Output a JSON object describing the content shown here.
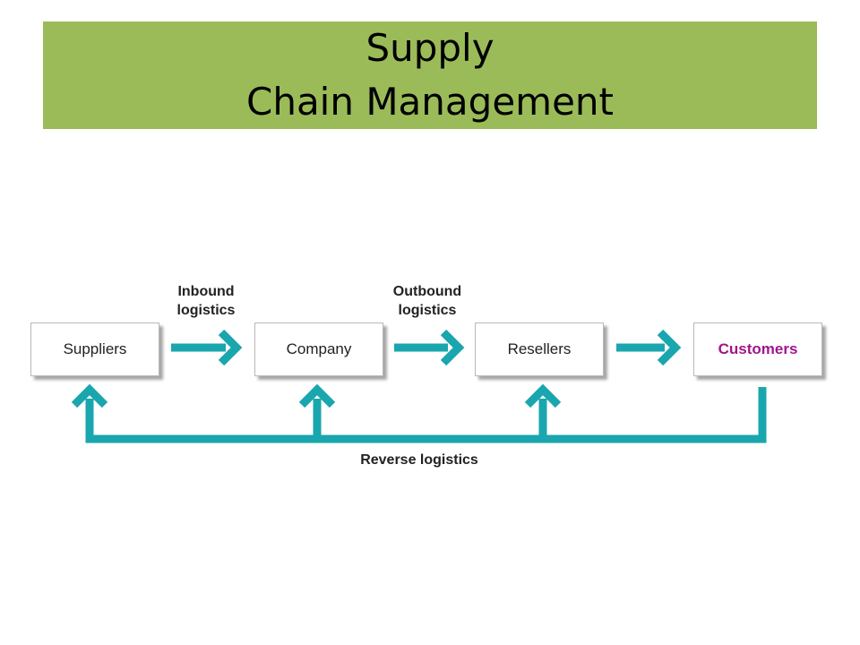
{
  "title": {
    "line1": "Supply",
    "line2": "Chain Management"
  },
  "diagram": {
    "nodes": [
      {
        "label": "Suppliers"
      },
      {
        "label": "Company"
      },
      {
        "label": "Resellers"
      },
      {
        "label": "Customers"
      }
    ],
    "flow_labels": {
      "inbound": {
        "line1": "Inbound",
        "line2": "logistics"
      },
      "outbound": {
        "line1": "Outbound",
        "line2": "logistics"
      },
      "reverse": "Reverse logistics"
    },
    "colors": {
      "arrow": "#1aa6ae",
      "highlight": "#a1168a",
      "banner": "#9bbb59"
    }
  }
}
